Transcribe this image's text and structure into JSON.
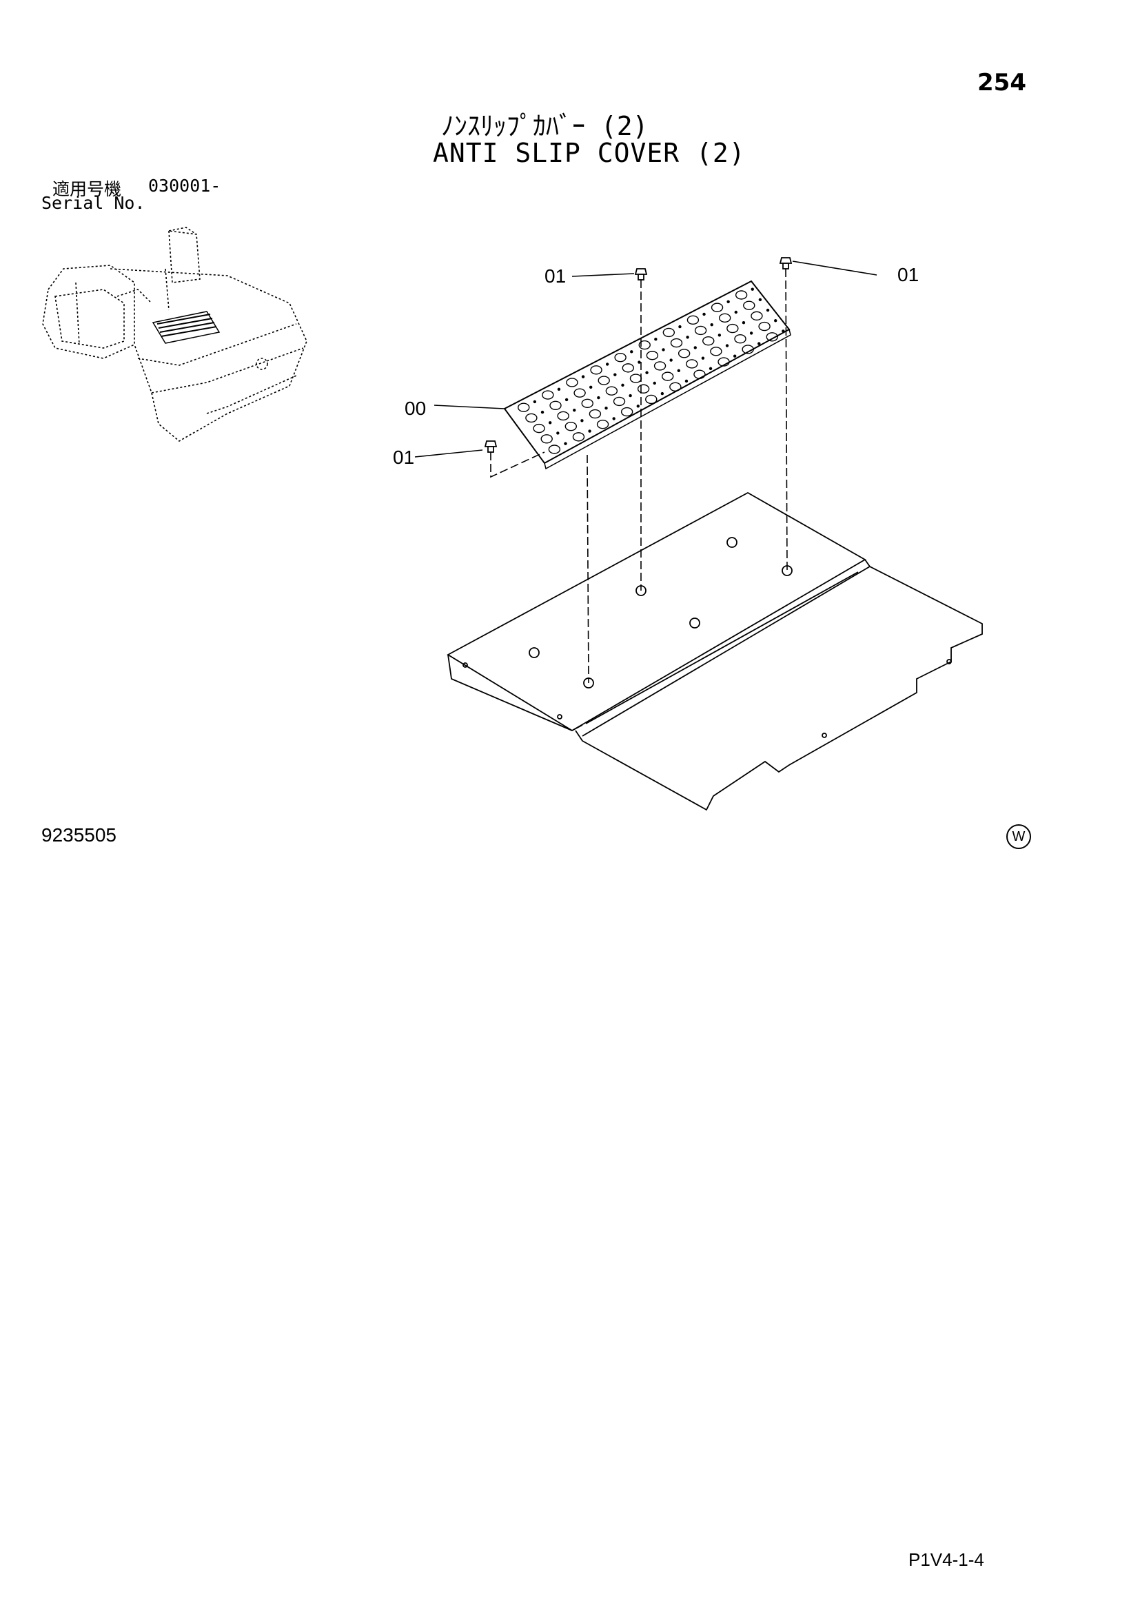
{
  "page": {
    "number": "254",
    "title_jp": "ﾉﾝｽﾘｯﾌﾟｶﾊﾞｰ (2)",
    "title_en": "ANTI SLIP COVER (2)",
    "serial_label_jp": "適用号機",
    "serial_value": "030001-",
    "serial_label_en": "Serial No.",
    "drawing_number": "9235505",
    "manufacturer_mark": "W",
    "page_code": "P1V4-1-4"
  },
  "callouts": {
    "plate": "00",
    "bolt_top_left": "01",
    "bolt_top_right": "01",
    "bolt_left": "01"
  }
}
